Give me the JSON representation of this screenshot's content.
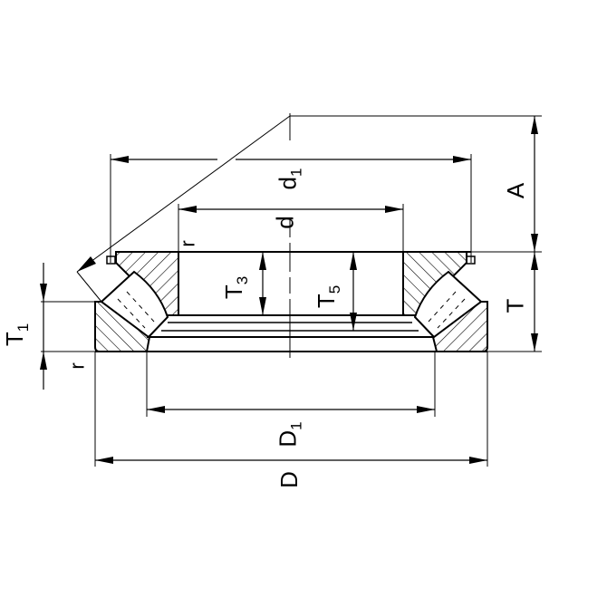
{
  "drawing": {
    "title": "Spherical roller thrust bearing - dimension drawing",
    "line_color": "#000000",
    "background": "#ffffff"
  },
  "labels": {
    "A": {
      "main": "A",
      "sub": ""
    },
    "d1": {
      "main": "d",
      "sub": "1"
    },
    "d": {
      "main": "d",
      "sub": ""
    },
    "T": {
      "main": "T",
      "sub": ""
    },
    "T1": {
      "main": "T",
      "sub": "1"
    },
    "T3": {
      "main": "T",
      "sub": "3"
    },
    "T5": {
      "main": "T",
      "sub": "5"
    },
    "D1": {
      "main": "D",
      "sub": "1"
    },
    "D": {
      "main": "D",
      "sub": ""
    },
    "r_top": {
      "main": "r",
      "sub": ""
    },
    "r_left": {
      "main": "r",
      "sub": ""
    }
  }
}
